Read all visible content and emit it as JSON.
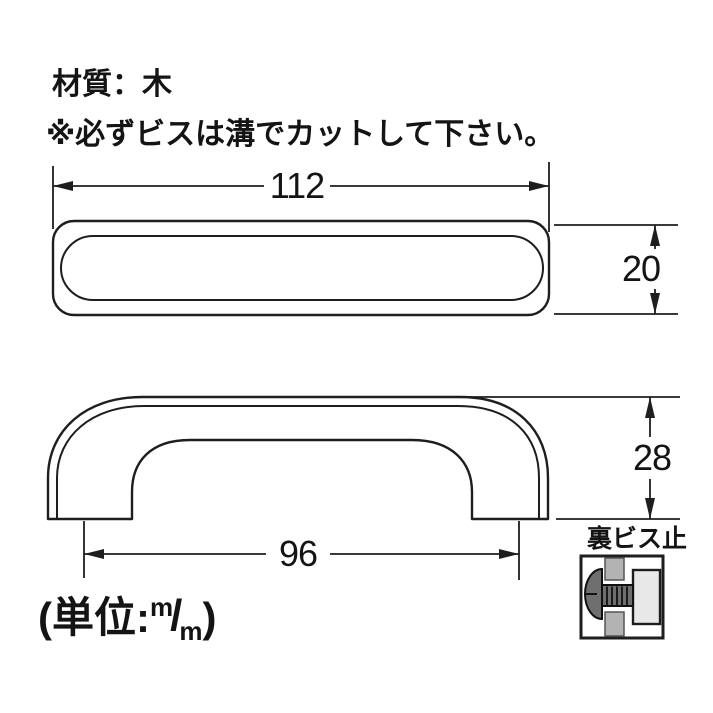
{
  "notes": {
    "material": "材質：木",
    "warning": "※必ずビスは溝でカットして下さい。"
  },
  "dimensions": {
    "overall_width": "112",
    "thickness": "20",
    "screw_pitch": "96",
    "handle_height": "28"
  },
  "unit_label": {
    "prefix": "(単位:",
    "numerator": "m",
    "slash": "/",
    "denominator": "m",
    "suffix": ")"
  },
  "mount": {
    "label": "裏ビス止"
  },
  "colors": {
    "line": "#1e1e1e",
    "panel_gray": "#b3b3b3",
    "screw_gray": "#6f6f6f",
    "handle_gray": "#e8e8e8"
  }
}
